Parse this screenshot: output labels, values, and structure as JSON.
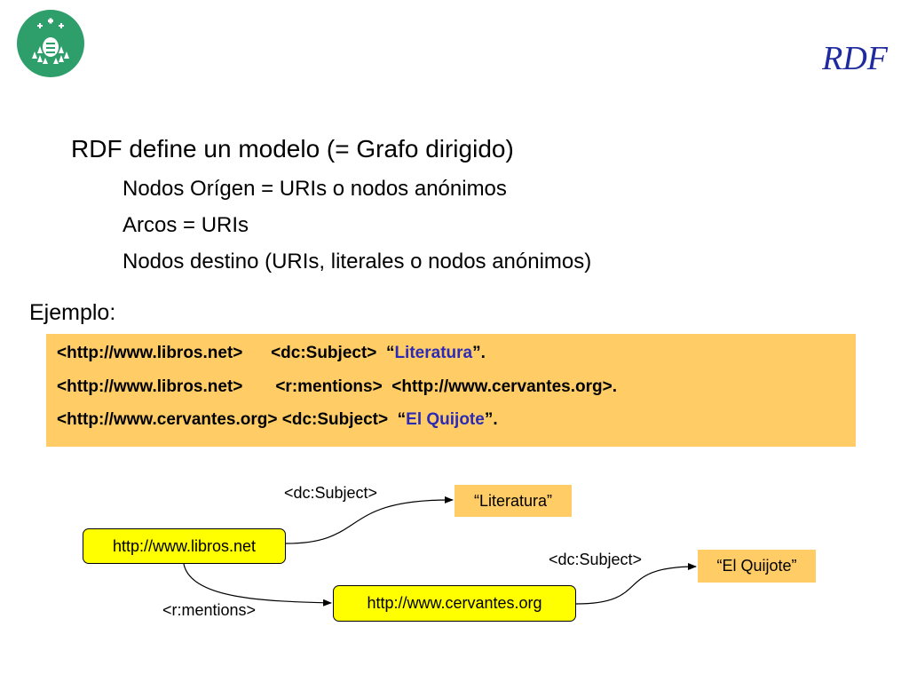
{
  "header": {
    "slide_title": "RDF",
    "logo_icon": "university-crest-icon",
    "logo_color": "#2e9e6b"
  },
  "content": {
    "main_point": "RDF define un modelo (= Grafo dirigido)",
    "sub_points": [
      "Nodos Orígen = URIs o nodos anónimos",
      "Arcos = URIs",
      "Nodos destino (URIs, literales o nodos anónimos)"
    ],
    "example_label": "Ejemplo:"
  },
  "code": {
    "line1_subject": "<http://www.libros.net>",
    "line1_predicate": "<dc:Subject>",
    "line1_open": "“",
    "line1_literal": "Literatura",
    "line1_close": "”.",
    "line2_subject": "<http://www.libros.net>",
    "line2_predicate": "<r:mentions>",
    "line2_object": "<http://www.cervantes.org>.",
    "line3_subject": "<http://www.cervantes.org>",
    "line3_predicate": "<dc:Subject>",
    "line3_open": "“",
    "line3_literal": "El Quijote",
    "line3_close": "”.",
    "box_color": "#ffcc66",
    "literal_color": "#2b2bb5"
  },
  "graph": {
    "nodes": {
      "libros": "http://www.libros.net",
      "cervantes": "http://www.cervantes.org",
      "literatura": "“Literatura”",
      "quijote": "“El Quijote”"
    },
    "edges": {
      "libros_literatura": "<dc:Subject>",
      "cervantes_quijote": "<dc:Subject>",
      "libros_cervantes": "<r:mentions>"
    },
    "uri_node_color": "#ffff00",
    "literal_node_color": "#ffcc66"
  }
}
